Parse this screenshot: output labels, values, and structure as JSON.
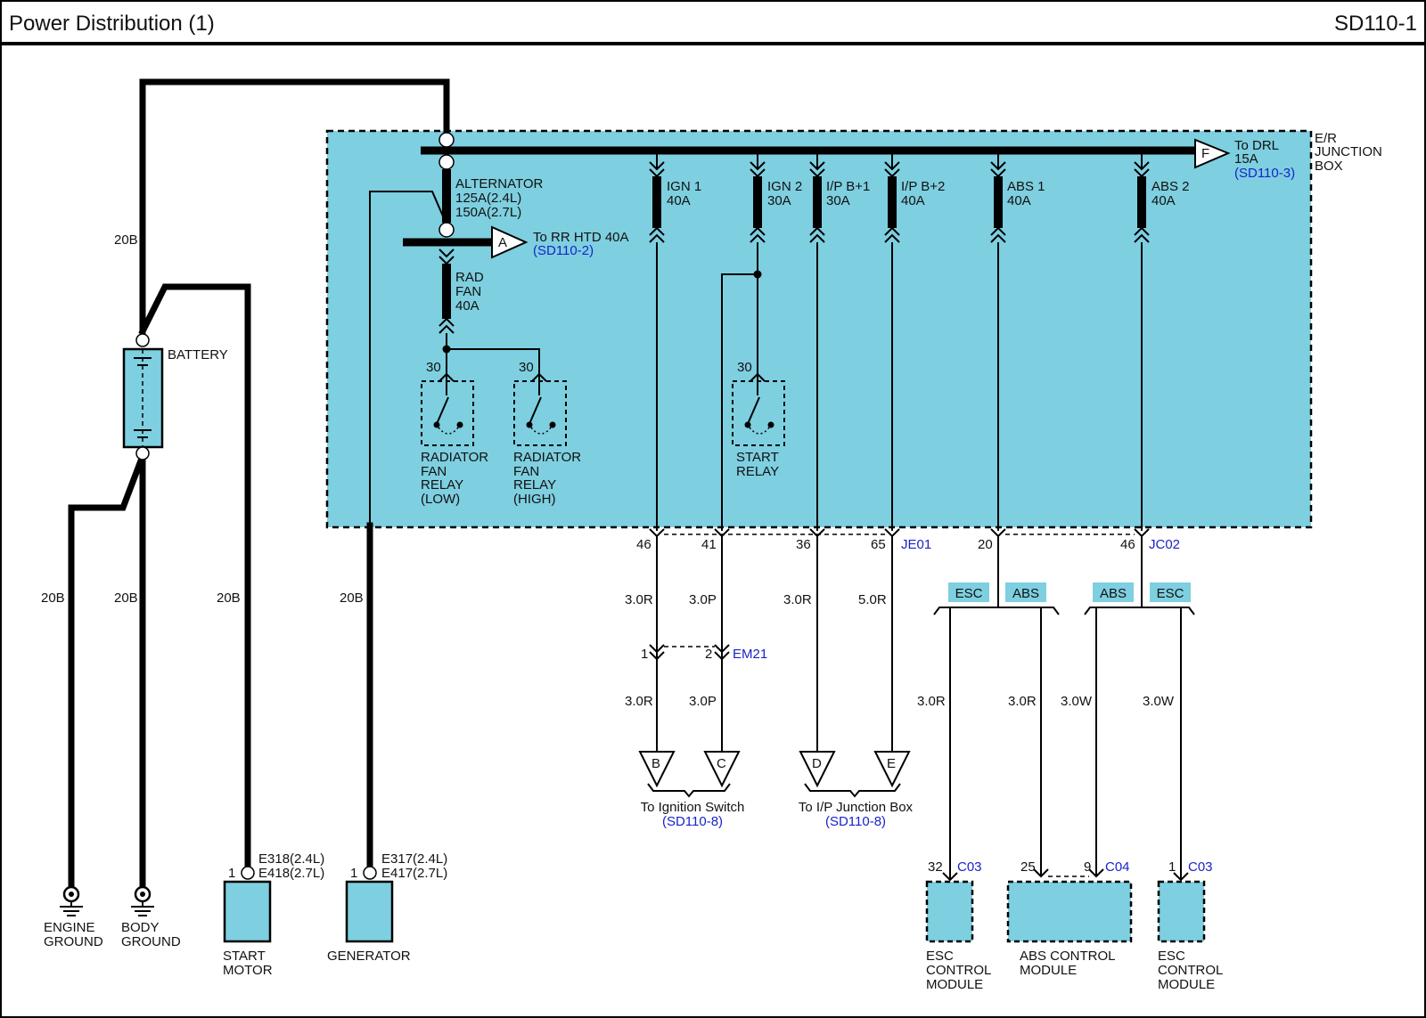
{
  "header": {
    "title": "Power Distribution (1)",
    "code": "SD110-1"
  },
  "junction_box": {
    "label_line1": "E/R",
    "label_line2": "JUNCTION",
    "label_line3": "BOX"
  },
  "battery": {
    "label": "BATTERY"
  },
  "wire_spec_20b": "20B",
  "alternator_fuse": {
    "line1": "ALTERNATOR",
    "line2": "125A",
    "line2b": "(2.4L)",
    "line3": "150A",
    "line3b": "(2.7L)"
  },
  "connector_a": {
    "letter": "A",
    "label": "To RR HTD 40A",
    "ref": "(SD110-2)"
  },
  "connector_f": {
    "letter": "F",
    "label1": "To DRL",
    "label2": "15A",
    "ref": "(SD110-3)"
  },
  "rad_fan_fuse": {
    "line1": "RAD",
    "line2": "FAN",
    "line3": "40A"
  },
  "fuses": [
    {
      "name": "IGN 1",
      "rating": "40A"
    },
    {
      "name": "IGN 2",
      "rating": "30A"
    },
    {
      "name": "I/P B+1",
      "rating": "30A"
    },
    {
      "name": "I/P B+2",
      "rating": "40A"
    },
    {
      "name": "ABS 1",
      "rating": "40A"
    },
    {
      "name": "ABS 2",
      "rating": "40A"
    }
  ],
  "relays": {
    "pin": "30",
    "fan_low": {
      "l1": "RADIATOR",
      "l2": "FAN",
      "l3": "RELAY",
      "l4": "(LOW)"
    },
    "fan_high": {
      "l1": "RADIATOR",
      "l2": "FAN",
      "l3": "RELAY",
      "l4": "(HIGH)"
    },
    "start": {
      "l1": "START",
      "l2": "RELAY"
    }
  },
  "je01": {
    "id": "JE01",
    "pins": [
      "46",
      "41",
      "36",
      "65"
    ]
  },
  "jc02": {
    "id": "JC02",
    "pins": [
      "20",
      "46"
    ]
  },
  "em21": {
    "id": "EM21",
    "pins": [
      "1",
      "2"
    ]
  },
  "wire_specs": {
    "ign1_upper": "3.0R",
    "ign2_upper": "3.0P",
    "ipb1": "3.0R",
    "ipb2": "5.0R",
    "ign1_lower": "3.0R",
    "ign2_lower": "3.0P",
    "abs1_esc": "3.0R",
    "abs1_abs": "3.0R",
    "abs2_abs": "3.0W",
    "abs2_esc": "3.0W"
  },
  "split_tags": {
    "esc": "ESC",
    "abs": "ABS"
  },
  "connectors_out": [
    {
      "letter": "B"
    },
    {
      "letter": "C"
    },
    {
      "letter": "D"
    },
    {
      "letter": "E"
    }
  ],
  "ign_switch": {
    "label": "To Ignition Switch",
    "ref": "(SD110-8)"
  },
  "ip_junction": {
    "label": "To I/P Junction Box",
    "ref": "(SD110-8)"
  },
  "modules": {
    "esc_left": {
      "pin": "32",
      "conn": "C03",
      "l1": "ESC",
      "l2": "CONTROL",
      "l3": "MODULE"
    },
    "abs": {
      "pin1": "25",
      "pin2": "9",
      "conn": "C04",
      "l1": "ABS CONTROL",
      "l2": "MODULE"
    },
    "esc_right": {
      "pin": "1",
      "conn": "C03",
      "l1": "ESC",
      "l2": "CONTROL",
      "l3": "MODULE"
    }
  },
  "start_motor": {
    "pin": "1",
    "conn1": "E318",
    "conn1b": "(2.4L)",
    "conn2": "E418",
    "conn2b": "(2.7L)",
    "l1": "START",
    "l2": "MOTOR"
  },
  "generator": {
    "pin": "1",
    "conn1": "E317",
    "conn1b": "(2.4L)",
    "conn2": "E417",
    "conn2b": "(2.7L)",
    "label": "GENERATOR"
  },
  "grounds": {
    "engine": {
      "l1": "ENGINE",
      "l2": "GROUND"
    },
    "body": {
      "l1": "BODY",
      "l2": "GROUND"
    }
  }
}
